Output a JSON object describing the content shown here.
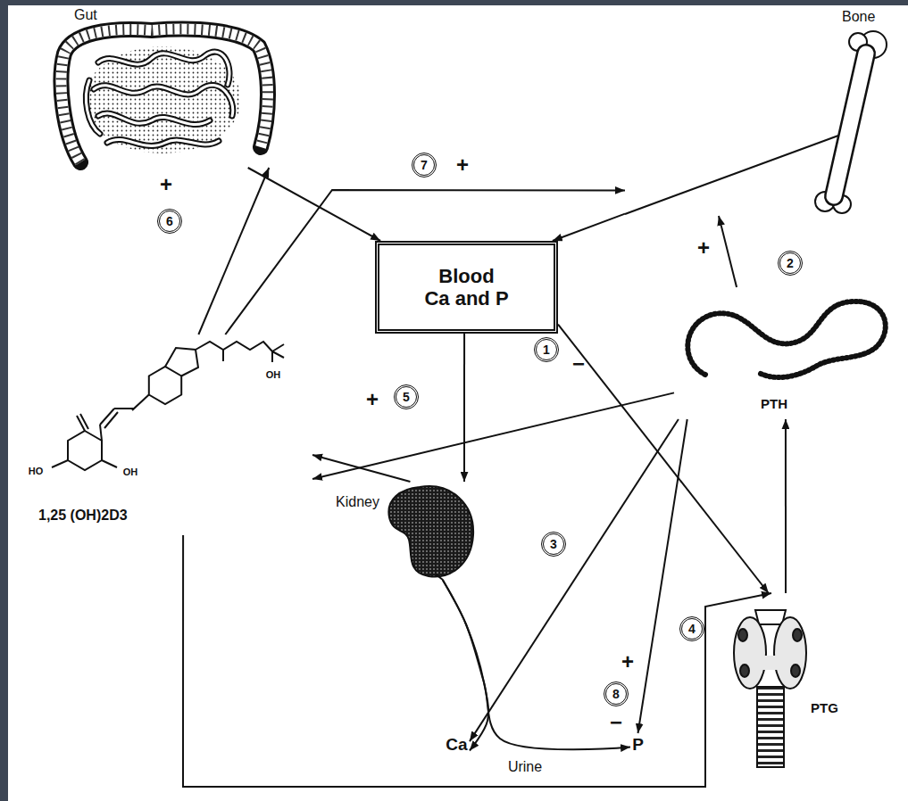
{
  "diagram": {
    "nodes": [
      {
        "text": [
          "Gut"
        ]
      },
      {
        "text": [
          "Bone"
        ]
      },
      {
        "text": [
          "Blood Ca and P"
        ]
      },
      {
        "text": [
          "PTH"
        ]
      },
      {
        "text": [
          "1,25 (OH)2D3"
        ]
      },
      {
        "text": [
          "Kidney"
        ]
      },
      {
        "text": [
          "PTG"
        ]
      },
      {
        "text": [
          "Ca"
        ]
      },
      {
        "text": [
          "P"
        ]
      }
    ],
    "edges": [
      {
        "from": 0,
        "to": 2,
        "arrow": "to"
      },
      {
        "from": 1,
        "to": 2,
        "arrow": "to"
      },
      {
        "from": 4,
        "to": 0,
        "arrow": "to"
      },
      {
        "from": 4,
        "to": 1,
        "arrow": "to"
      },
      {
        "from": 2,
        "to": 6,
        "arrow": "to"
      },
      {
        "from": 3,
        "to": 1,
        "arrow": "to"
      },
      {
        "from": 2,
        "to": 5,
        "arrow": "to"
      },
      {
        "from": 3,
        "to": 4,
        "arrow": "to"
      },
      {
        "from": 5,
        "to": 4,
        "arrow": "to"
      },
      {
        "from": 3,
        "to": 7,
        "arrow": "to"
      },
      {
        "from": 3,
        "to": 8,
        "arrow": "to"
      },
      {
        "from": 5,
        "to": 7,
        "arrow": "to"
      },
      {
        "from": 5,
        "to": 8,
        "arrow": "to"
      },
      {
        "from": 6,
        "to": 3,
        "arrow": "to"
      },
      {
        "from": 4,
        "to": 6,
        "arrow": "to"
      }
    ],
    "labels": [
      "7",
      "+",
      "6",
      "+",
      "1",
      "−",
      "2",
      "+",
      "5",
      "+",
      "3",
      "4",
      "+",
      "8",
      "−",
      "OH",
      "HO",
      "OH",
      "Urine"
    ]
  }
}
